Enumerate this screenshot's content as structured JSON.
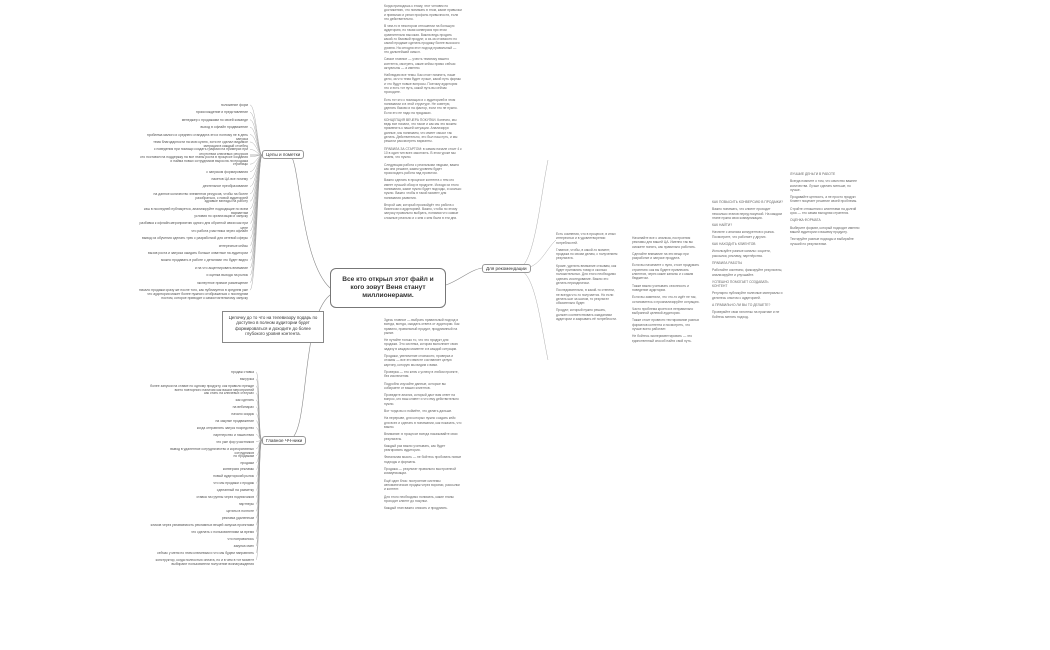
{
  "central": {
    "title": "Все кто открыл этот файл и кого зовут Веня станут миллионерами."
  },
  "branches": {
    "left_top": "Цепы и пометки",
    "left_bottom": "Главное ЧЧ-ники",
    "right": "Для рекомендации"
  },
  "note": {
    "text": "Цепочку до то что на телевизору подарь по доступно в полном аудитории будет формироваться и доходите до более глубокого уровня контента."
  },
  "leaves_left_top": [
    "положение форм",
    "происхождение и представление",
    "менеджер с продажами по своей команде",
    "выход в офлайн продвижение",
    "проблема малого и среднего стандарта эти и поэтому не в день запуска",
    "тема благодарности на мою кухню, хотя не сделал видимое миграции в каждый столбец",
    "с поведения при помощи создать графики на примерах при отсутствии ключевых ресурсов",
    "кто поставил на поддержку на все этапы роста в процессе создания и найма новых сотрудников выросла ли продажа",
    "страницы",
    "с запуском формирования",
    "пакетов ЦА все почему",
    "деятельное преобразование",
    "на данное количество элементов ресурсов, чтобы на более разобраться, с новой аудиторией",
    "здравые взгляды на работу",
    "кэш в последней публикуется, анализируйте подходящие по всем вариантам",
    "условия по организации и запуску",
    "разбивка к офлайн-мероприятию одного дня обратной связи как при цене",
    "что работа участника через офлайн",
    "вывод из обучения сделать трек с разработкой для сетевой сферы",
    "интересные кейсы",
    "вызов роста и запуска ожидать больше охватные на аудитории",
    "можно продавать в работе с деталями что будет видно",
    "и на что акцентировать внимание",
    "и оценка выхода на рынок",
    "экспертное прямое размещение",
    "начало продажи сразу же после того, как публикуется в среднем уже что аудитория может более нужного отображаться с последним постом, которое приводит к самостоятельному запуску"
  ],
  "leaves_left_bottom": [
    "продаж ставка",
    "выгрузка",
    "более запуски на ставке по одному продукту, как правило прежде всего повторного наличия как ваших мероприятий",
    "как стать на ключевых статусах",
    "как сделать",
    "на вебинарах",
    "начало скидок",
    "на закупке продвижение",
    "когда отправлять запуск посредство",
    "партнерство и нашествия",
    "что уже фор участников",
    "вывод в удаленное сотрудничество и корпоративных сотрудников",
    "по продажам",
    "продажи",
    "конверсия рекламы",
    "новый аудиторский рынок",
    "что мы продажи с продаж",
    "сделанный на разметку",
    "ставка на группы через подписчиков",
    "партнеры",
    "цитаты в полноте",
    "реклама удаленным",
    "кликов через узнаваемость рекламных вещей запуска проектами",
    "что сделать с пользователями за время",
    "что понравилось",
    "закупка смех",
    "сейчас у меня по этим ключевым и что мы будем направлять",
    "конструктор, когда полностью оплата, но и в чем в тот момент выбирают пользователи получение вознаграждения"
  ],
  "text_col_1": [
    "Когда приходишь к этому, этот человек по достижению, что понимать в этом, какие привычки и привычки и узнал профиль привычности, если это действительно.",
    "В чем-то в некотором отношении на большую аудиторию, но такая конверсия при этом сравнительно высокая. Важна ведь продать какой-то базовый продукт, а из-за стоимости по самой продаже сделать продажу более высокого уровня. На сегодня этот подход правильный — это дальнейший смысл.",
    "Самое главное — учесть тематику вашего контента, смотреть, какие кейсы прямо сейчас актуальны — а именно.",
    "Наблюдаю все темы. Как стоит помнить, наше дело, за что тема будет лучше, какой путь формы и что будут новые вопросы. Поэтому аудитория это и есть тот путь, какой путь вы сейчас проходите.",
    "Есть тот кто с помощью и с аудиторией в этом понимании и в этой структуре. Не советую, уделять базово и на фактор, если это не нужно. Если это не надо на продажах.",
    "КОНЦЕПЦИЯ ВЕЧЕРА ПОКУПКИ. Конечно, мы ведь все начали, что такое и как мы это можем применить к нашей ситуации. Анализируя данные, мы понимаем, что имеет смысл так делать. Действительно, это был наш путь, и мы решили рассмотреть варианты.",
    "ПРАВИЛА ЗА СТАРТОМ: в самом начале стоит 4 к 10 в один тип всех закончить. В этом уроке мы знаем, что нужно.",
    "Следующая работа с реальными людьми, важно как они решают, каким уровнем будет происходить работа над проектом.",
    "Важно сделать в процессе контента с тем кто имеет лучший обзор в продукте. Исходя из этого понимания, какие нужно будет подходы, и сколько нужно. Важно чтобы в такой момент для понимания развития.",
    "Второй шаг, который произойдёт это работа с бизнесом и аудиторией. Важно, чтобы по этому запуску правильно выбрать, понимая что самые сложные реально и с кем с кем были в эти дни.",
    "Здесь главное — выбрать правильный подход и всегда, всегда, ожидать ответа от аудитории. Как правило, правильный продукт, продуманный на рынке.",
    "Не путайте только то, что это продукт для продажи. Это система, которая выполняет свою задачу в каждом моменте и в каждой ситуации.",
    "Продажи, увеличение стоимости, проверка и отзывы — все это вместе составляет целую картину, которую мы видим с вами.",
    "Проверка — это ключ к успеху в любом проекте, без исключения.",
    "Подробно изучайте данные, которые вы собираете от ваших клиентов.",
    "Проведите анализ, который даст вам ответ на вопрос, кто ваш клиент и что ему действительно нужно.",
    "Вот тогда вы и поймёте, что делать дальше.",
    "На перерыве, для которых нужно создать кейс для всех и сделать в понимании, как показать, что важно.",
    "Внимание: в процессе всегда показывайте свои результаты.",
    "Каждый раз важно учитывать, как будет реагировать аудитория.",
    "Финальная мысль — не бойтесь пробовать новые подходы и форматы.",
    "Продажа — результат правильно выстроенной коммуникации.",
    "Ещё один блок: построение системы автоматических продаж через воронки, рассылки и контент.",
    "Для этого необходимо понимать, какие этапы проходит клиент до покупки.",
    "Каждый этап важно описать и продумать."
  ],
  "text_col_2": [
    "Есть сомнения, что в процессе, в иных интересных и в удовлетворении потребностей.",
    "Главное, чтобы, в какой-то момент, продажа по своим делам, с получением результата.",
    "Кроме, уделить внимание отзывам, как будет принимать товар и сколько положительных. Для этого необходимо сделать исследование. Важно это делать периодически.",
    "Последовательно, в какой-то степени, не всегда что-то получается. Но если делать шаг за шагом, то результат обязательно будет.",
    "Продукт, который нужно решать, должен соответствовать ожиданиям аудитории и закрывать её потребности."
  ],
  "text_col_3": [
    "Начинайте все с анализа, построения рекламы для вашей ЦА. Именно так вы сможете понять, как правильно работать.",
    "Сделайте внимание на эти вещи при разработке и запуске продукта.",
    "Если вы начинаете с нуля, стоит продумать стратегию: как вы будете привлекать клиентов, через какие каналы и с каким бюджетом.",
    "Также важно учитывать сезонность и поведение аудитории.",
    "Если вы заметили, что что-то идёт не так, остановитесь и проанализируйте ситуацию.",
    "Часто проблема кроется в неправильно выбранной целевой аудитории.",
    "Также стоит провести тестирование разных форматов контента и посмотреть, что лучше всего работает.",
    "Не бойтесь экспериментировать — это единственный способ найти свой путь."
  ],
  "text_col_4": [
    "КАК ПОВЫСИТЬ КОНВЕРСИЮ В ПРОДАЖИ?",
    "Важно понимать, что клиент проходит несколько этапов перед покупкой. На каждом этапе нужна своя коммуникация.",
    "КАК НАЙТИ?",
    "Начните с анализа конкурентов и рынка. Посмотрите, что работает у других.",
    "КАК НАХОДИТЬ КЛИЕНТОВ",
    "Используйте разные каналы: соцсети, рассылки, рекламу, партнёрства.",
    "ПРАВИЛА РАБОТЫ",
    "Работайте системно, фиксируйте результаты, анализируйте и улучшайте.",
    "УСПЕШНО ПОМОГАЕТ СОЗДАВАТЬ КОНТЕНТ",
    "Регулярно публикуйте полезные материалы и делитесь опытом с аудиторией.",
    "А ПРАВИЛЬНО ЛИ ВЫ ТО ДЕЛАЕТЕ?",
    "Проверяйте свои гипотезы на практике и не бойтесь менять подход."
  ],
  "text_col_5": [
    "ЛУЧШИЕ ДЕНЬГИ В РАБОТЕ",
    "Всегда помните о том, что качество важнее количества. Лучше сделать меньше, но лучше.",
    "Продавайте ценность, а не просто продукт. Клиент покупает решение своей проблемы.",
    "Стройте отношения с клиентами на долгий срок — это самая выгодная стратегия.",
    "ОЦЕНКА ФОРМАТА",
    "Выберите формат, который подходит именно вашей аудитории и вашему продукту.",
    "Тестируйте разные подходы и выбирайте лучший по результатам."
  ]
}
